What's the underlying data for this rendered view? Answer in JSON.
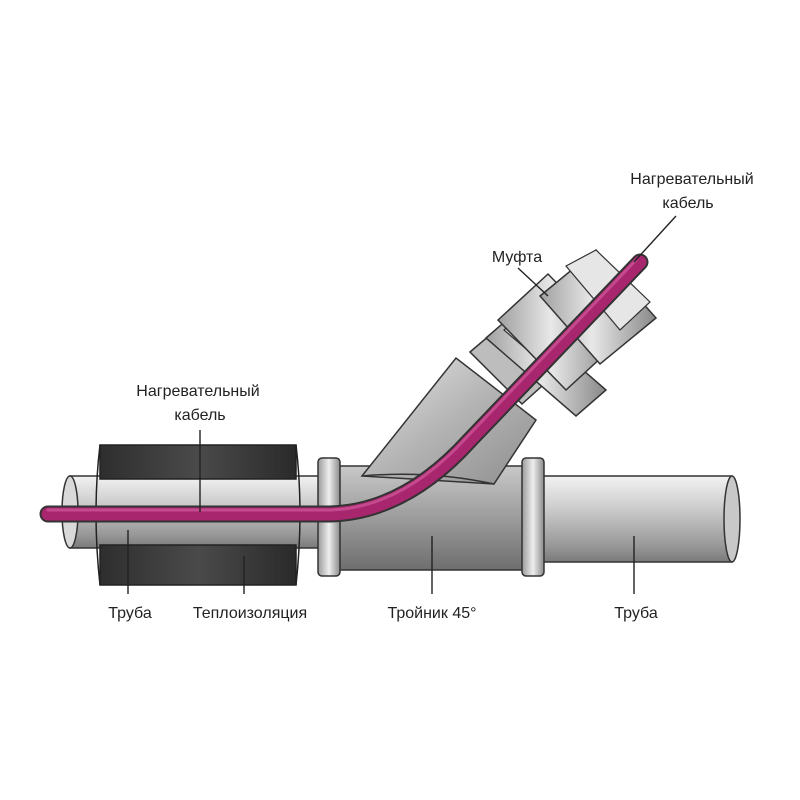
{
  "labels": {
    "cable_top_line1": "Нагревательный",
    "cable_top_line2": "кабель",
    "coupling": "Муфта",
    "cable_left_line1": "Нагревательный",
    "cable_left_line2": "кабель",
    "pipe_left": "Труба",
    "insulation": "Теплоизоляция",
    "tee": "Тройник 45°",
    "pipe_right": "Труба"
  },
  "colors": {
    "cable": "#a8266e",
    "pipe": "#c2c2c2",
    "insulation": "#3b3b3b",
    "outline": "#333333"
  }
}
